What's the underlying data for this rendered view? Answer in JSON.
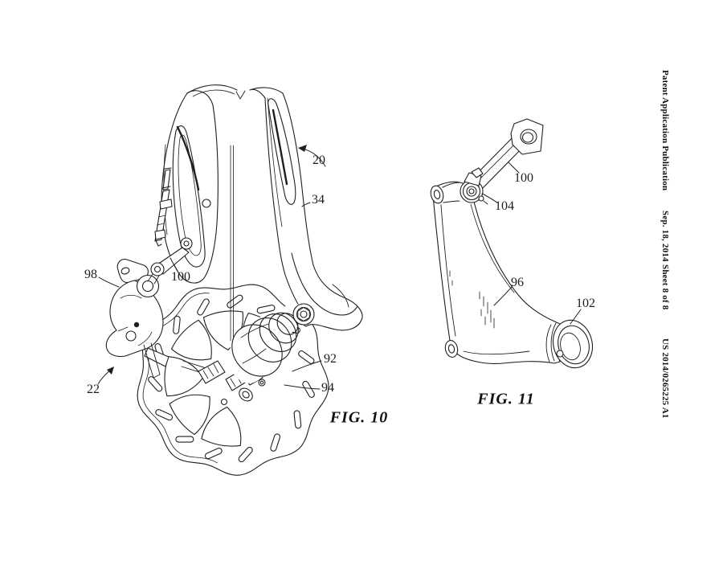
{
  "page": {
    "background": "#ffffff",
    "ink": "#1c1c1c"
  },
  "header": {
    "publication": "Patent Application Publication",
    "date": "Sep. 18, 2014",
    "sheet": "Sheet 8 of 8",
    "doc_number": "US 2014/0265225 A1"
  },
  "fig10": {
    "caption": "FIG. 10",
    "labels": {
      "n20": "20",
      "n34": "34",
      "n98": "98",
      "n100": "100",
      "n22": "22",
      "n92": "92",
      "n94": "94"
    }
  },
  "fig11": {
    "caption": "FIG. 11",
    "labels": {
      "n100": "100",
      "n104": "104",
      "n96": "96",
      "n102": "102"
    }
  }
}
